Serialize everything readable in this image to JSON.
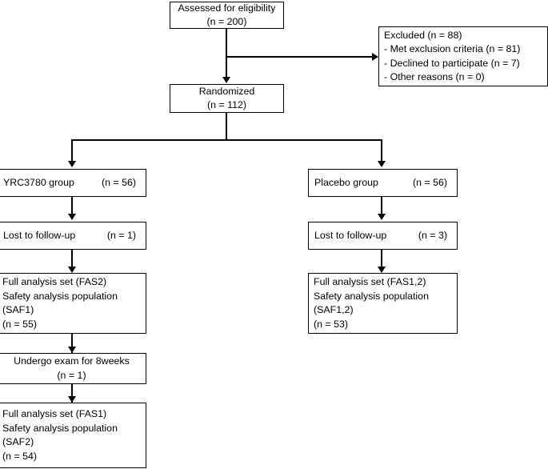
{
  "diagram": {
    "type": "consort-flow-diagram",
    "nodes": {
      "assessed": {
        "line1": "Assessed for eligibility",
        "line2": "(n = 200)"
      },
      "excluded": {
        "line1": "Excluded (n = 88)",
        "line2": "- Met exclusion criteria (n = 81)",
        "line3": "- Declined to participate (n = 7)",
        "line4": "- Other reasons (n = 0)"
      },
      "randomized": {
        "line1": "Randomized",
        "line2": "(n = 112)"
      },
      "treatment_group": {
        "label": "YRC3780 group",
        "n": "(n = 56)"
      },
      "placebo_group": {
        "label": "Placebo group",
        "n": "(n = 56)"
      },
      "treatment_lost": {
        "label": "Lost to follow-up",
        "n": "(n = 1)"
      },
      "placebo_lost": {
        "label": "Lost to follow-up",
        "n": "(n = 3)"
      },
      "treatment_analysis": {
        "line1": "Full analysis set (FAS2)",
        "line2": "Safety analysis population",
        "line3": "(SAF1)",
        "line4": "(n = 55)"
      },
      "placebo_analysis": {
        "line1": "Full analysis set (FAS1,2)",
        "line2": "Safety analysis population",
        "line3": "(SAF1,2)",
        "line4": "(n = 53)"
      },
      "undergo_exam": {
        "line1": "Undergo exam for 8weeks",
        "line2": "(n = 1)"
      },
      "treatment_analysis_final": {
        "line1": "Full analysis set (FAS1)",
        "line2": "Safety analysis population",
        "line3": "(SAF2)",
        "line4": "(n = 54)"
      }
    },
    "colors": {
      "stroke": "#000000",
      "fill": "#ffffff",
      "text": "#000000"
    }
  }
}
